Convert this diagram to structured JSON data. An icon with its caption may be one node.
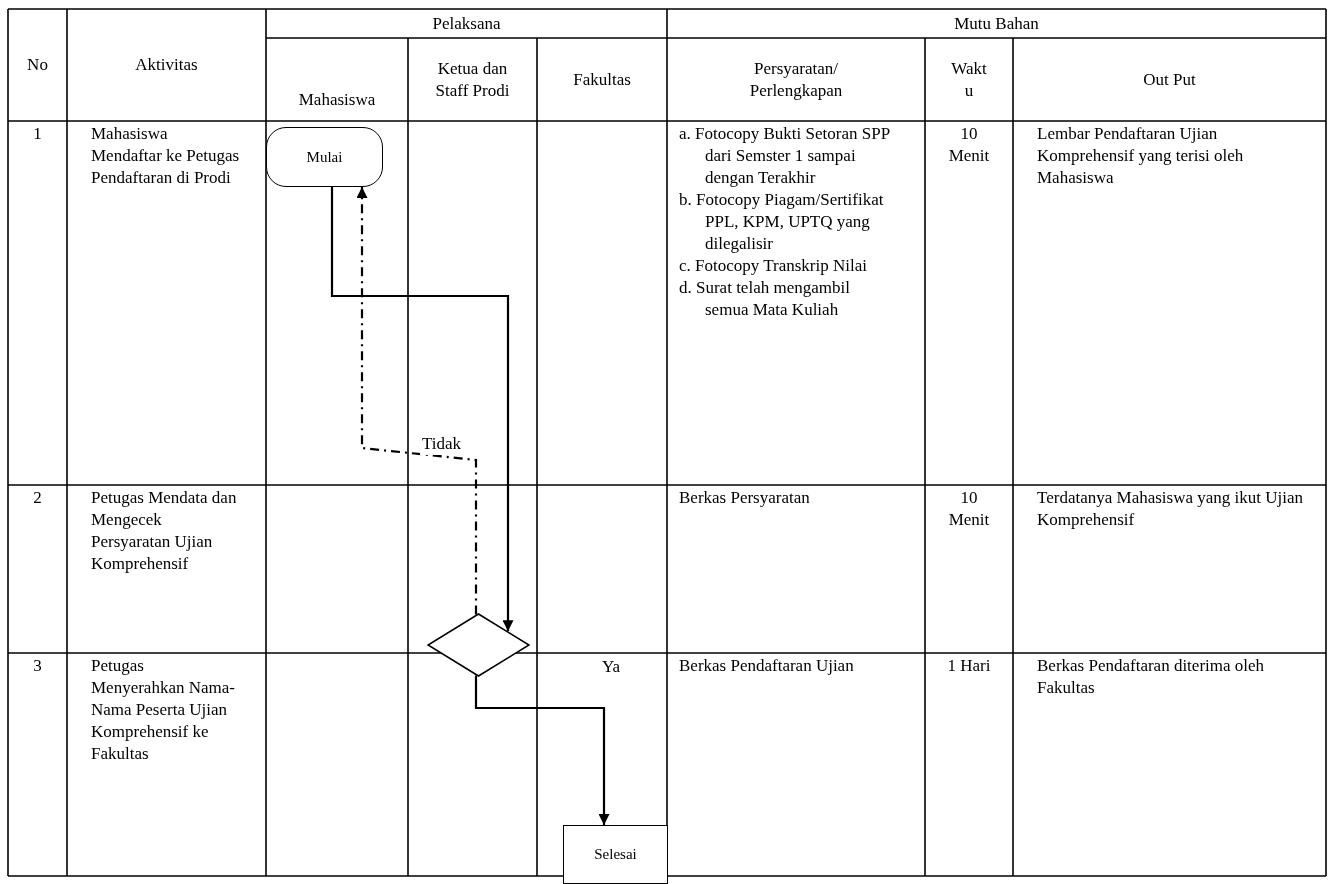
{
  "diagram": {
    "nodes": [
      {
        "text": [
          "Mulai"
        ]
      },
      {
        "text": [],
        "shape": "diamond"
      },
      {
        "text": [
          "Selesai"
        ]
      }
    ],
    "edges": [
      {
        "from": 0,
        "to": 1,
        "arrow": "to"
      },
      {
        "from": 1,
        "to": 0,
        "arrow": "to",
        "label": "Tidak",
        "style": "dashed"
      },
      {
        "from": 1,
        "to": 2,
        "arrow": "to",
        "label": "Ya"
      }
    ],
    "labels": [
      "No",
      "Aktivitas",
      "Pelaksana",
      "Mutu Bahan",
      "Mahasiswa",
      "Ketua dan Staff Prodi",
      "Fakultas",
      "Persyaratan/ Perlengkapan",
      "Wakt u",
      "Out Put",
      "1",
      "Mahasiswa Mendaftar ke Petugas Pendaftaran di Prodi",
      "a. Fotocopy Bukti Setoran SPP dari Semster 1 sampai dengan Terakhir",
      "b. Fotocopy Piagam/Sertifikat PPL, KPM, UPTQ yang dilegalisir",
      "c. Fotocopy Transkrip Nilai",
      "d. Surat telah mengambil semua Mata Kuliah",
      "10 Menit",
      "Lembar Pendaftaran Ujian Komprehensif yang terisi oleh Mahasiswa",
      "2",
      "Petugas Mendata dan Mengecek Persyaratan Ujian Komprehensif",
      "Berkas Persyaratan",
      "10 Menit",
      "Terdatanya Mahasiswa yang ikut Ujian Komprehensif",
      "3",
      "Petugas Menyerahkan Nama-Nama Peserta Ujian Komprehensif ke Fakultas",
      "Berkas Pendaftaran Ujian",
      "1 Hari",
      "Berkas Pendaftaran diterima oleh Fakultas"
    ]
  }
}
